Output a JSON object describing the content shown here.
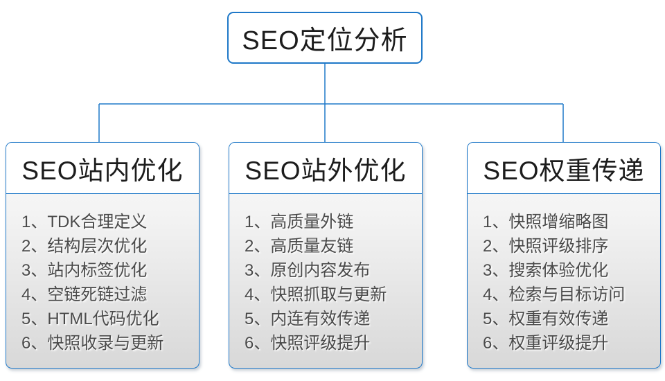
{
  "diagram": {
    "root": {
      "title": "SEO定位分析"
    },
    "columns": [
      {
        "title": "SEO站内优化",
        "items": [
          "1、TDK合理定义",
          "2、结构层次优化",
          "3、站内标签优化",
          "4、空链死链过滤",
          "5、HTML代码优化",
          "6、快照收录与更新"
        ]
      },
      {
        "title": "SEO站外优化",
        "items": [
          "1、高质量外链",
          "2、高质量友链",
          "3、原创内容发布",
          "4、快照抓取与更新",
          "5、内连有效传递",
          "6、快照评级提升"
        ]
      },
      {
        "title": "SEO权重传递",
        "items": [
          "1、快照增缩略图",
          "2、快照评级排序",
          "3、搜索体验优化",
          "4、检索与目标访问",
          "5、权重有效传递",
          "6、权重评级提升"
        ]
      }
    ],
    "colors": {
      "accent_blue": "#1E78C8",
      "header_text": "#1c1c1c",
      "item_text": "#4a4a4a",
      "body_gradient_top": "#fcfcfc",
      "body_gradient_bottom": "#d8d8d8",
      "background": "#ffffff"
    }
  }
}
